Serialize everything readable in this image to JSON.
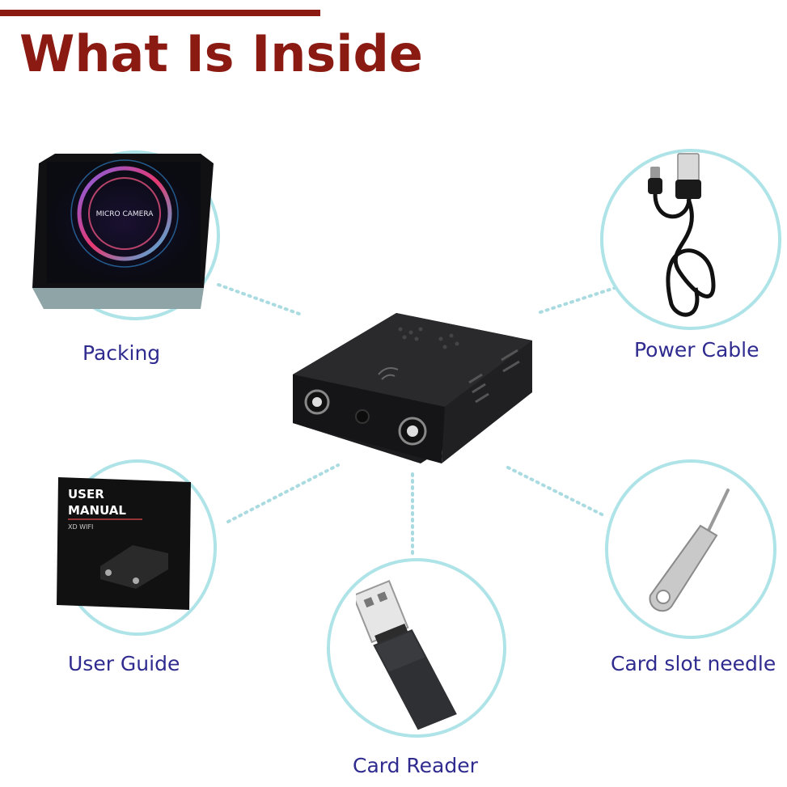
{
  "title": "What Is Inside",
  "items": {
    "packing": {
      "label": "Packing",
      "box_text": "MICRO CAMERA"
    },
    "power_cable": {
      "label": "Power Cable"
    },
    "user_guide": {
      "label": "User Guide",
      "manual_title": "USER MANUAL",
      "manual_subtitle": "XD WIFI"
    },
    "card_reader": {
      "label": "Card Reader"
    },
    "card_slot_needle": {
      "label": "Card slot needle"
    }
  },
  "colors": {
    "title": "#8b1a12",
    "label": "#2f2b8f",
    "circle": "#aee3e8",
    "dots": "#a9dbe0"
  }
}
